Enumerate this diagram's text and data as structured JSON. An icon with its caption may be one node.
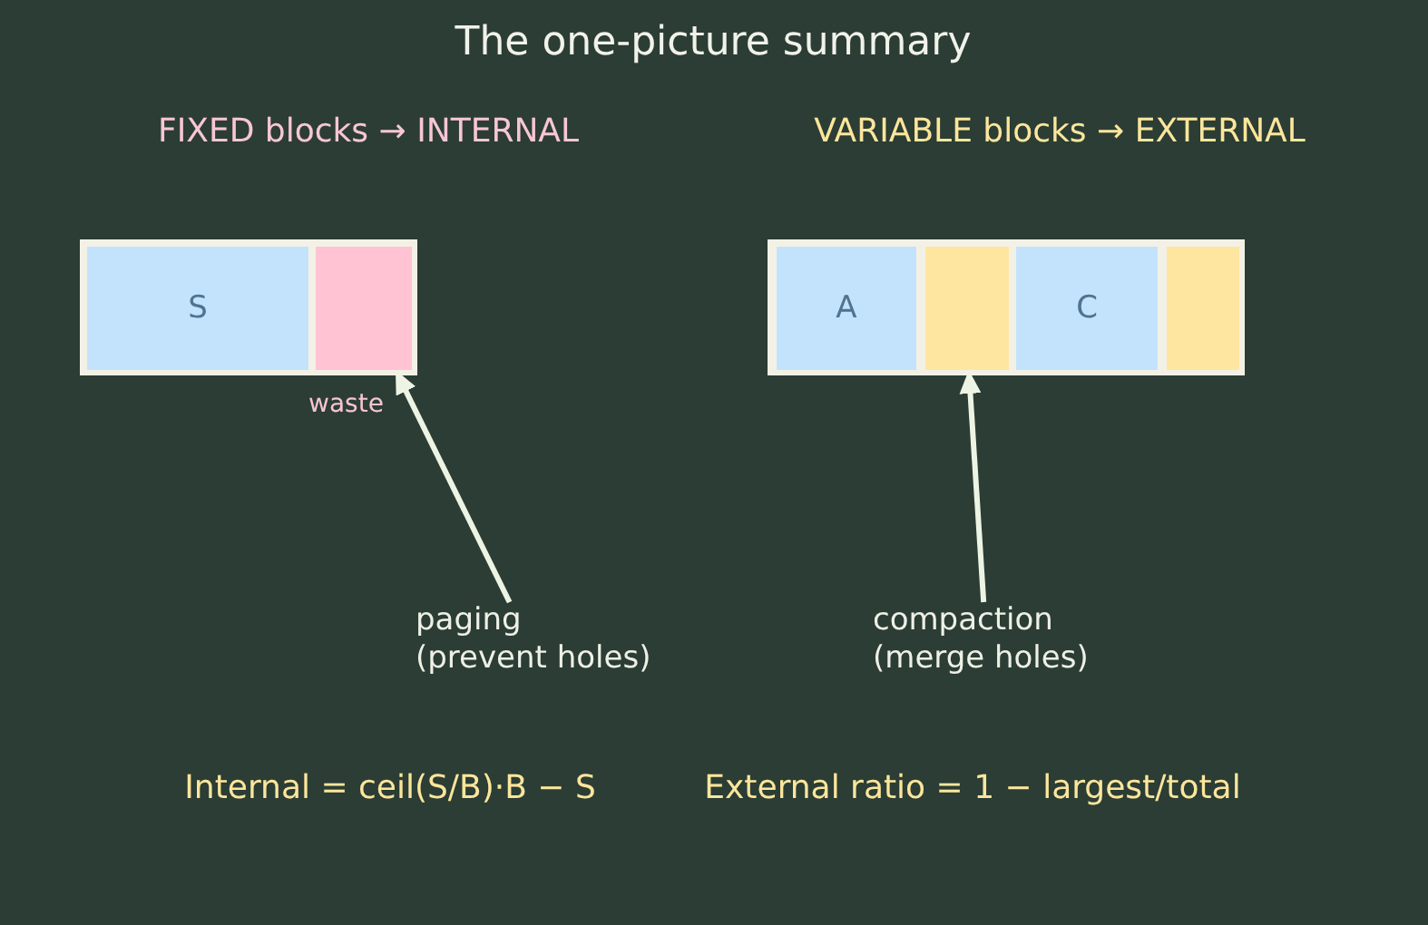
{
  "diagram": {
    "title": "The one-picture summary",
    "nodes": [
      {
        "text": [],
        "shape": "box"
      },
      {
        "text": [
          "S"
        ],
        "in": 0
      },
      {
        "text": [],
        "shape": "box",
        "in": 0,
        "beside": [
          "waste"
        ]
      },
      {
        "text": [],
        "shape": "box"
      },
      {
        "text": [
          "A"
        ],
        "in": 3
      },
      {
        "text": [],
        "shape": "box",
        "in": 3
      },
      {
        "text": [
          "C"
        ],
        "in": 3
      },
      {
        "text": [],
        "shape": "box",
        "in": 3
      },
      {
        "text": [
          "paging",
          "(prevent holes)"
        ]
      },
      {
        "text": [
          "compaction",
          "(merge holes)"
        ]
      }
    ],
    "edges": [
      {
        "from": 8,
        "to": 2,
        "arrow": "to"
      },
      {
        "from": 9,
        "to": 5,
        "arrow": "to"
      }
    ],
    "labels": [
      "FIXED blocks → INTERNAL",
      "VARIABLE blocks → EXTERNAL",
      "Internal = ceil(S/B)·B − S",
      "External ratio = 1 − largest/total"
    ]
  }
}
